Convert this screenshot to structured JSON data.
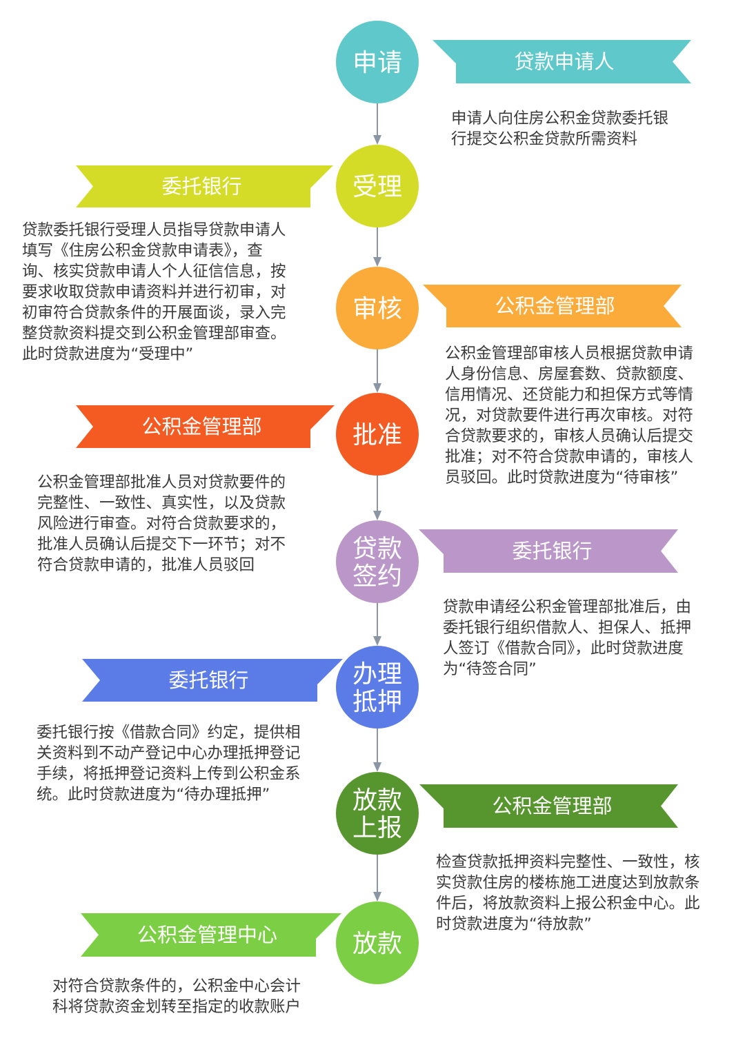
{
  "steps": [
    {
      "id": "apply",
      "circle_lines": [
        "申请"
      ],
      "color": "#5fc8ca",
      "actor": "贷款申请人",
      "side": "right",
      "description_lines": [
        "申请人向住房公积金贷款委托银",
        "行提交公积金贷款所需资料"
      ]
    },
    {
      "id": "accept",
      "circle_lines": [
        "受理"
      ],
      "color": "#d5dc28",
      "actor": "委托银行",
      "side": "left",
      "description_lines": [
        "贷款委托银行受理人员指导贷款申请人",
        "填写《住房公积金贷款申请表》，查",
        "询、核实贷款申请人个人征信信息，按",
        "要求收取贷款申请资料并进行初审，对",
        "初审符合贷款条件的开展面谈，录入完",
        "整贷款资料提交到公积金管理部审查。",
        "此时贷款进度为“受理中”"
      ]
    },
    {
      "id": "review",
      "circle_lines": [
        "审核"
      ],
      "color": "#fbab3a",
      "actor": "公积金管理部",
      "side": "right",
      "description_lines": [
        "公积金管理部审核人员根据贷款申请",
        "人身份信息、房屋套数、贷款额度、",
        "信用情况、还贷能力和担保方式等情",
        "况，对贷款要件进行再次审核。对符",
        "合贷款要求的，审核人员确认后提交",
        "批准；对不符合贷款申请的，审核人",
        "员驳回。此时贷款进度为“待审核”"
      ]
    },
    {
      "id": "approve",
      "circle_lines": [
        "批准"
      ],
      "color": "#f45b22",
      "actor": "公积金管理部",
      "side": "left",
      "description_lines": [
        "公积金管理部批准人员对贷款要件的",
        "完整性、一致性、真实性，以及贷款",
        "风险进行审查。对符合贷款要求的，",
        "批准人员确认后提交下一环节；对不",
        "符合贷款申请的，批准人员驳回"
      ]
    },
    {
      "id": "sign",
      "circle_lines": [
        "贷款",
        "签约"
      ],
      "color": "#ba97c8",
      "actor": "委托银行",
      "side": "right",
      "description_lines": [
        "贷款申请经公积金管理部批准后，由",
        "委托银行组织借款人、担保人、抵押",
        "人签订《借款合同》，此时贷款进度",
        "为“待签合同”"
      ]
    },
    {
      "id": "mortgage",
      "circle_lines": [
        "办理",
        "抵押"
      ],
      "color": "#5b7be6",
      "actor": "委托银行",
      "side": "left",
      "description_lines": [
        "委托银行按《借款合同》约定，提供相",
        "关资料到不动产登记中心办理抵押登记",
        "手续，将抵押登记资料上传到公积金系",
        "统。此时贷款进度为“待办理抵押”"
      ]
    },
    {
      "id": "report",
      "circle_lines": [
        "放款",
        "上报"
      ],
      "color": "#57952e",
      "actor": "公积金管理部",
      "side": "right",
      "description_lines": [
        "检查贷款抵押资料完整性、一致性，核",
        "实贷款住房的楼栋施工进度达到放款条",
        "件后，将放款资料上报公积金中心。此",
        "时贷款进度为“待放款”"
      ]
    },
    {
      "id": "disburse",
      "circle_lines": [
        "放款"
      ],
      "color": "#7ccf45",
      "actor": "公积金管理中心",
      "side": "left",
      "description_lines": [
        "对符合贷款条件的，公积金中心会计",
        "科将贷款资金划转至指定的收款账户"
      ]
    }
  ],
  "connector_color": "#8a96a3"
}
